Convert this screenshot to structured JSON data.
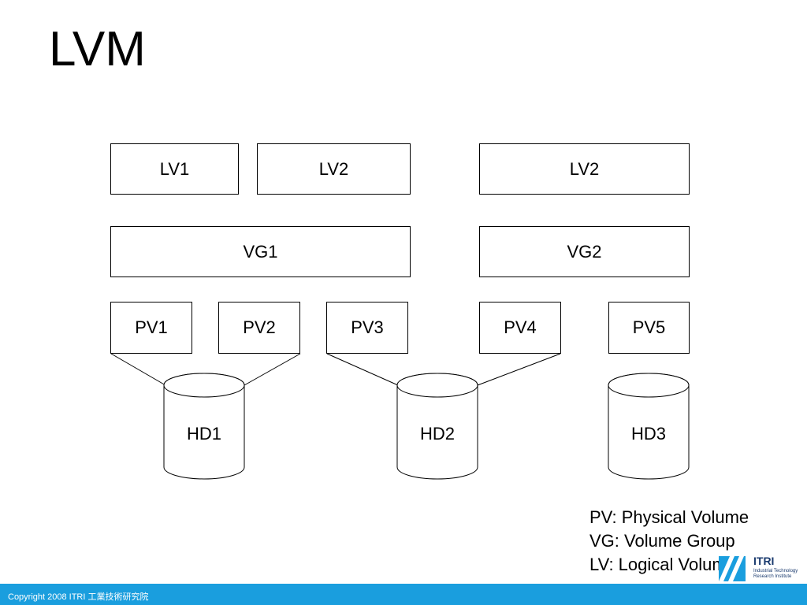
{
  "title": "LVM",
  "logical_volumes": [
    "LV1",
    "LV2",
    "LV2"
  ],
  "volume_groups": [
    "VG1",
    "VG2"
  ],
  "physical_volumes": [
    "PV1",
    "PV2",
    "PV3",
    "PV4",
    "PV5"
  ],
  "disks": [
    "HD1",
    "HD2",
    "HD3"
  ],
  "legend": [
    "PV: Physical Volume",
    "VG: Volume Group",
    "LV: Logical Volume"
  ],
  "logo": {
    "brand": "ITRI",
    "subtitle": "Industrial Technology Research Institute"
  },
  "footer": "Copyright 2008 ITRI 工業技術研究院",
  "colors": {
    "footer_bar": "#1a9ede",
    "logo": "#1a3a6e"
  }
}
